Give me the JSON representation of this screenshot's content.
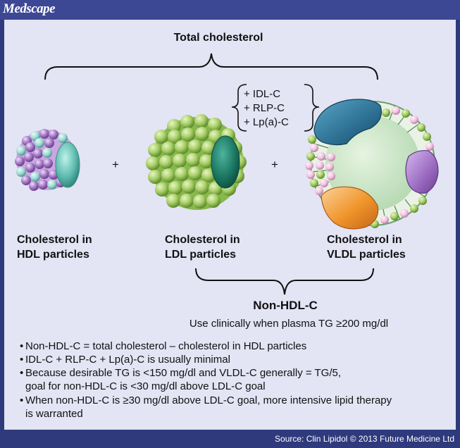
{
  "header": {
    "logo": "Medscape"
  },
  "footer": {
    "source": "Source: Clin Lipidol © 2013 Future Medicine Ltd"
  },
  "diagram": {
    "total_label": "Total cholesterol",
    "plus": "+",
    "extras": [
      "+ IDL-C",
      "+ RLP-C",
      "+ Lp(a)-C"
    ],
    "hdl_label": [
      "Cholesterol in",
      "HDL particles"
    ],
    "ldl_label": [
      "Cholesterol in",
      "LDL particles"
    ],
    "vldl_label": [
      "Cholesterol in",
      "VLDL particles"
    ],
    "nonhdl_title": "Non-HDL-C",
    "nonhdl_subtitle": "Use clinically when plasma TG ≥200 mg/dl"
  },
  "notes": [
    "Non-HDL-C = total cholesterol – cholesterol in HDL particles",
    "IDL-C + RLP-C + Lp(a)-C is usually minimal",
    "Because desirable TG is <150 mg/dl and VLDL-C generally = TG/5,",
    "goal for non-HDL-C is <30 mg/dl above LDL-C goal",
    "When non-HDL-C is ≥30 mg/dl above LDL-C goal, more intensive lipid therapy",
    "is warranted"
  ],
  "colors": {
    "navy": "#2f3a7c",
    "panel": "#e3e4f4",
    "ldl_green": "#a7cf68",
    "hdl_purple": "#a87cc8",
    "vldl_core": "#cfe6cc"
  }
}
